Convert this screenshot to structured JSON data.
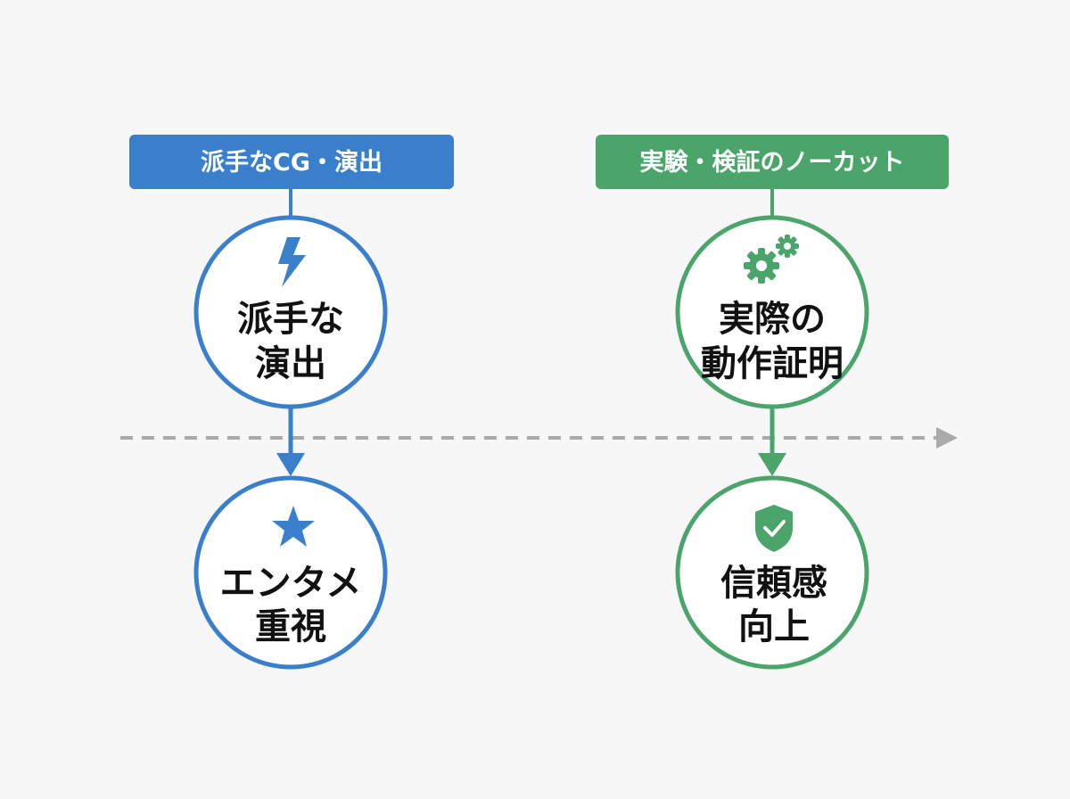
{
  "colors": {
    "background": "#f7f7f7",
    "left_accent": "#3a7fcc",
    "right_accent": "#4ba56b",
    "timeline": "#aaaaaa",
    "text": "#111111"
  },
  "left": {
    "header_label": "派手なCG・演出",
    "top_node": {
      "icon": "lightning-icon",
      "lines": [
        "派手な",
        "演出"
      ]
    },
    "bottom_node": {
      "icon": "star-icon",
      "lines": [
        "エンタメ",
        "重視"
      ]
    }
  },
  "right": {
    "header_label": "実験・検証のノーカット",
    "top_node": {
      "icon": "gears-icon",
      "lines": [
        "実際の",
        "動作証明"
      ]
    },
    "bottom_node": {
      "icon": "shield-check-icon",
      "lines": [
        "信頼感",
        "向上"
      ]
    }
  }
}
